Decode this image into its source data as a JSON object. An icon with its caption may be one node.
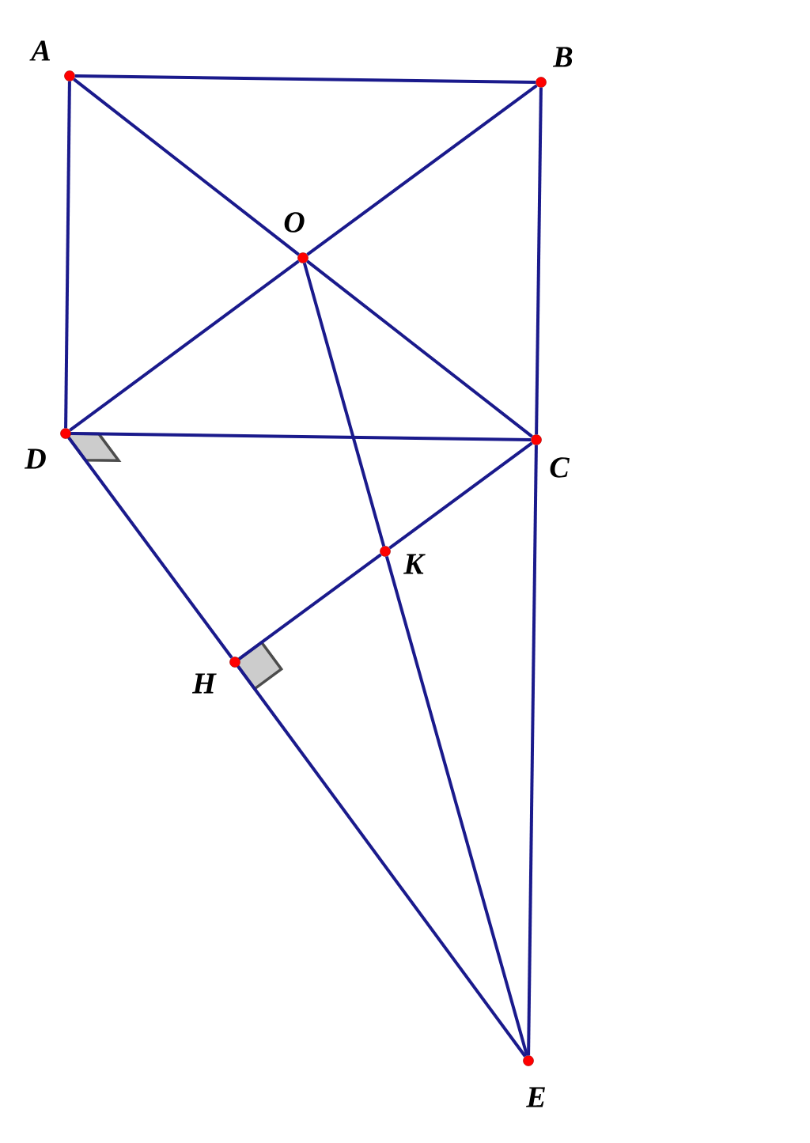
{
  "diagram": {
    "nodes": [
      {
        "text": [
          "A"
        ]
      },
      {
        "text": [
          "B"
        ]
      },
      {
        "text": [
          "O"
        ]
      },
      {
        "text": [
          "D"
        ]
      },
      {
        "text": [
          "C"
        ]
      },
      {
        "text": [
          "K"
        ]
      },
      {
        "text": [
          "H"
        ]
      },
      {
        "text": [
          "E"
        ]
      }
    ],
    "edges": [
      {
        "from": 0,
        "to": 1,
        "arrow": "none"
      },
      {
        "from": 0,
        "to": 3,
        "arrow": "none"
      },
      {
        "from": 1,
        "to": 4,
        "arrow": "none"
      },
      {
        "from": 0,
        "to": 2,
        "arrow": "none"
      },
      {
        "from": 2,
        "to": 4,
        "arrow": "none"
      },
      {
        "from": 1,
        "to": 2,
        "arrow": "none"
      },
      {
        "from": 2,
        "to": 3,
        "arrow": "none"
      },
      {
        "from": 3,
        "to": 4,
        "arrow": "none"
      },
      {
        "from": 3,
        "to": 6,
        "arrow": "none"
      },
      {
        "from": 6,
        "to": 7,
        "arrow": "none"
      },
      {
        "from": 4,
        "to": 5,
        "arrow": "none"
      },
      {
        "from": 5,
        "to": 6,
        "arrow": "none"
      },
      {
        "from": 2,
        "to": 5,
        "arrow": "none"
      },
      {
        "from": 5,
        "to": 7,
        "arrow": "none"
      },
      {
        "from": 4,
        "to": 7,
        "arrow": "none"
      }
    ]
  }
}
